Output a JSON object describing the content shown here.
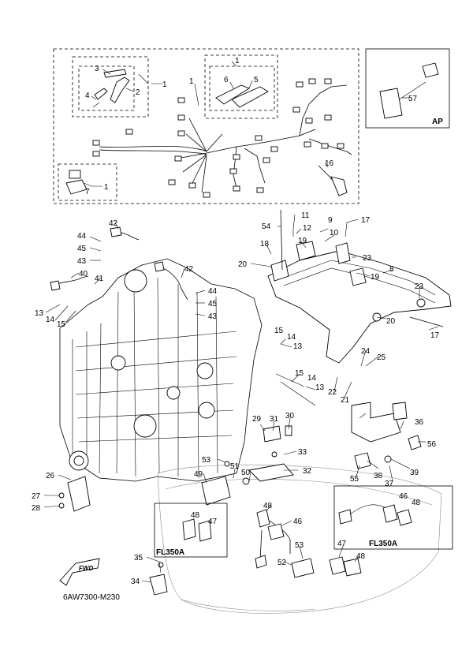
{
  "diagram": {
    "reference_code": "6AW7300-M230",
    "fwd_label": "FWD",
    "inset_labels": {
      "ap": "AP",
      "fl350a_left": "FL350A",
      "fl350a_right": "FL350A"
    },
    "callouts": [
      "1",
      "2",
      "3",
      "4",
      "5",
      "6",
      "7",
      "8",
      "9",
      "10",
      "11",
      "12",
      "13",
      "14",
      "15",
      "16",
      "17",
      "18",
      "19",
      "20",
      "21",
      "22",
      "23",
      "24",
      "25",
      "26",
      "27",
      "28",
      "29",
      "30",
      "31",
      "32",
      "33",
      "34",
      "35",
      "36",
      "37",
      "38",
      "39",
      "40",
      "41",
      "42",
      "43",
      "44",
      "45",
      "46",
      "47",
      "48",
      "49",
      "50",
      "51",
      "52",
      "53",
      "54",
      "55",
      "56",
      "57"
    ]
  }
}
